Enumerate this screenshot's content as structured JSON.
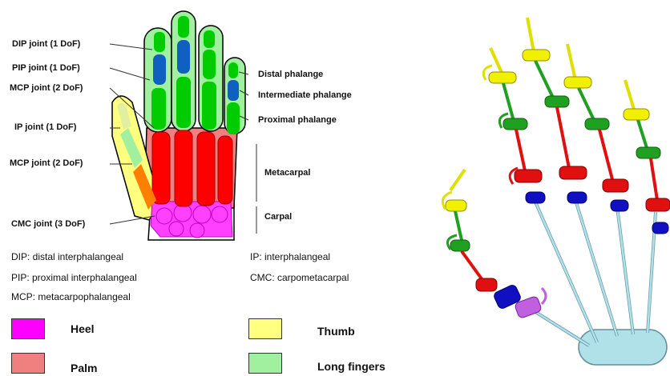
{
  "hand": {
    "left_labels": {
      "dip": "DIP joint (1 DoF)",
      "pip": "PIP joint (1 DoF)",
      "mcp_finger": "MCP joint (2 DoF)",
      "ip": "IP joint (1 DoF)",
      "mcp_thumb": "MCP joint (2 DoF)",
      "cmc": "CMC joint (3 DoF)"
    },
    "right_labels": {
      "distal": "Distal phalange",
      "intermediate": "Intermediate phalange",
      "proximal": "Proximal phalange",
      "metacarpal": "Metacarpal",
      "carpal": "Carpal"
    }
  },
  "definitions": {
    "dip": "DIP: distal interphalangeal",
    "pip": "PIP: proximal interphalangeal",
    "mcp": "MCP: metacarpophalangeal",
    "ip": "IP: interphalangeal",
    "cmc": "CMC: carpometacarpal"
  },
  "legend": [
    {
      "label": "Heel",
      "color": "#ff00ff"
    },
    {
      "label": "Palm",
      "color": "#f08080"
    },
    {
      "label": "Thumb",
      "color": "#ffff80"
    },
    {
      "label": "Long fingers",
      "color": "#a0f0a0"
    }
  ],
  "colors": {
    "heel": "#ff00ff",
    "palm": "#f08080",
    "thumb": "#ffff80",
    "long_fingers": "#a0f0a0",
    "metacarpal_red": "#ff0000",
    "phalange_green": "#00cc00",
    "phalange_blue": "#1060c0",
    "carpal_magenta": "#ff40ff",
    "thumb_orange": "#ff8000",
    "robot_yellow": "#f0f000",
    "robot_green": "#20a020",
    "robot_red": "#e01010",
    "robot_blue": "#1010c0",
    "robot_violet": "#c060e0",
    "robot_link": "#b0e0e8"
  }
}
